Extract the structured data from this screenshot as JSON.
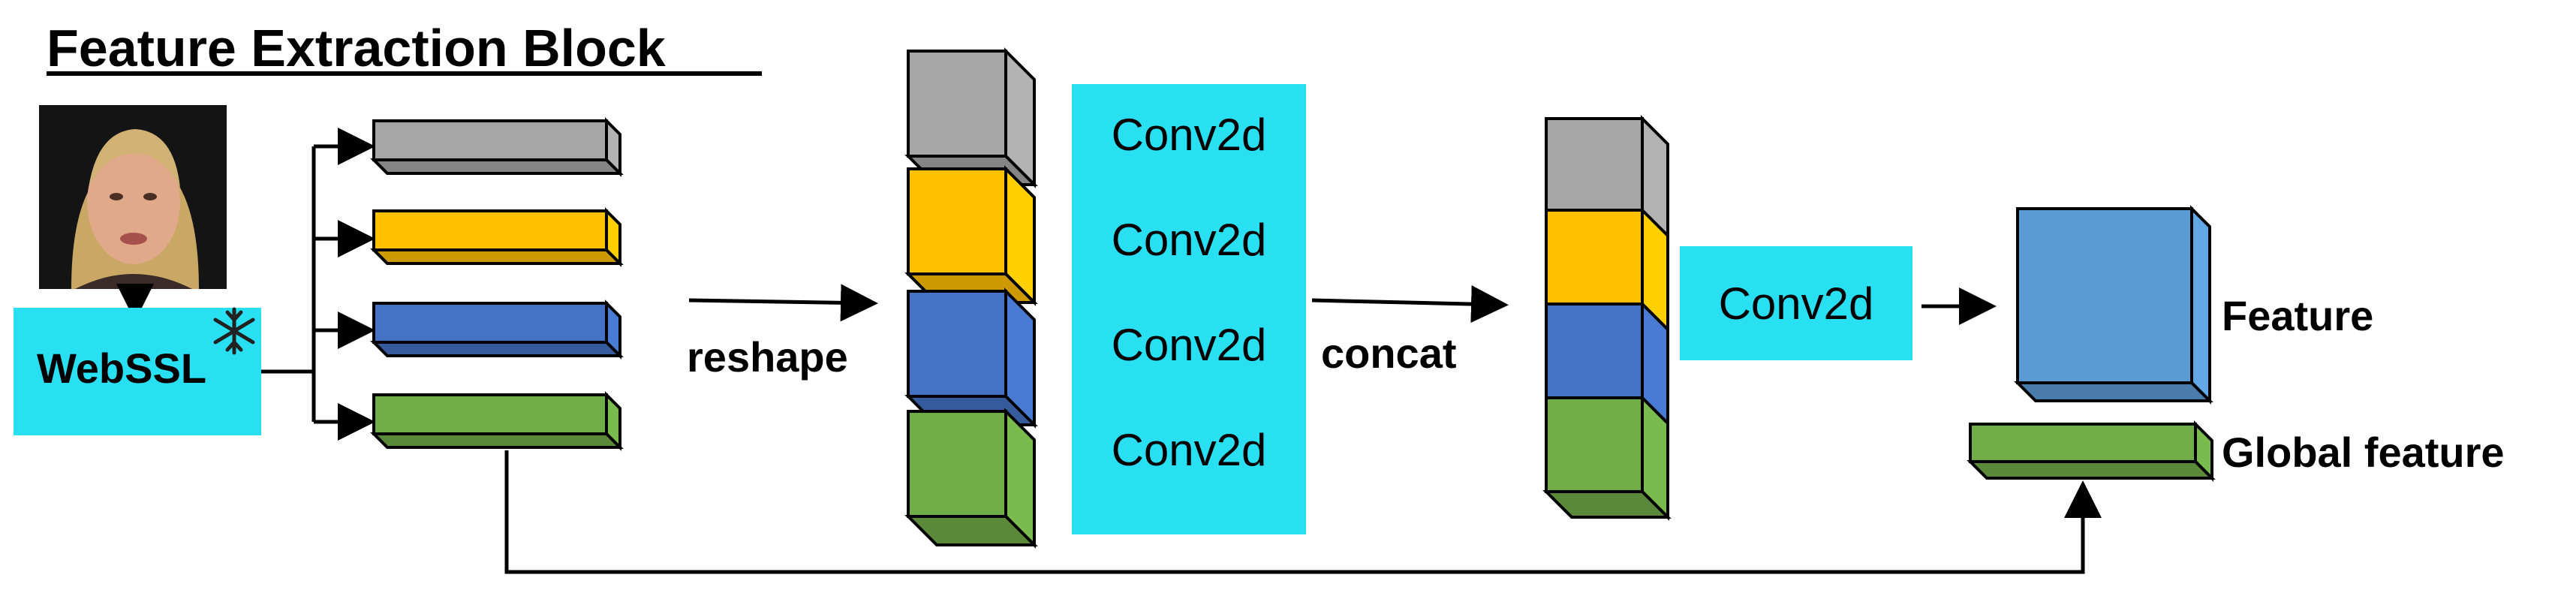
{
  "title": "Feature Extraction Block",
  "backbone": {
    "label": "WebSSL",
    "frozen_icon": "snowflake-icon",
    "input_icon": "face-photo-icon"
  },
  "ops": {
    "reshape": "reshape",
    "concat": "concat",
    "conv_labels": [
      "Conv2d",
      "Conv2d",
      "Conv2d",
      "Conv2d"
    ],
    "final_conv": "Conv2d"
  },
  "outputs": {
    "feature": "Feature",
    "global_feature": "Global feature"
  },
  "colors": {
    "gray": "#a6a6a6",
    "yellow": "#ffc000",
    "blue": "#4472c4",
    "green": "#70ad47",
    "cyan": "#29e0f2",
    "feature_blue": "#5b9bd5"
  }
}
